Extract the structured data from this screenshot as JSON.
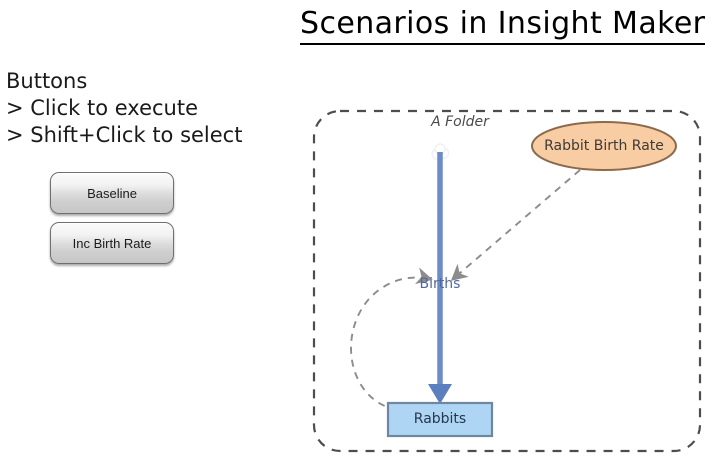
{
  "header": {
    "title": "Scenarios in Insight Maker"
  },
  "instructions": {
    "heading": "Buttons",
    "lines": [
      "> Click to execute",
      "> Shift+Click to select"
    ]
  },
  "buttons": [
    {
      "label": "Baseline",
      "name": "baseline-button"
    },
    {
      "label": "Inc Birth Rate",
      "name": "inc-birth-rate-button"
    }
  ],
  "diagram": {
    "folder": {
      "label": "A Folder",
      "border_color": "#4d4d4d",
      "style": "dashed-rounded-rect"
    },
    "nodes": [
      {
        "id": "rabbit-birth-rate",
        "label": "Rabbit Birth Rate",
        "type": "variable-ellipse",
        "fill": "#f9cda3",
        "stroke": "#8a6a4a",
        "text_color": "#3e3a36"
      },
      {
        "id": "births",
        "label": "Births",
        "type": "flow",
        "stroke": "#6b8cc7",
        "text_color": "#53689c"
      },
      {
        "id": "rabbits",
        "label": "Rabbits",
        "type": "stock-rectangle",
        "fill": "#aed6f4",
        "stroke": "#6e87a0",
        "text_color": "#26364f"
      }
    ],
    "links": [
      {
        "from": "rabbit-birth-rate",
        "to": "births",
        "style": "dashed-straight",
        "color": "#8c8c8c"
      },
      {
        "from": "rabbits",
        "to": "births",
        "style": "dashed-curved",
        "color": "#8c8c8c"
      }
    ],
    "flows": [
      {
        "from": "cloud",
        "to": "rabbits",
        "label": "Births",
        "color": "#6b8cc7"
      }
    ]
  }
}
